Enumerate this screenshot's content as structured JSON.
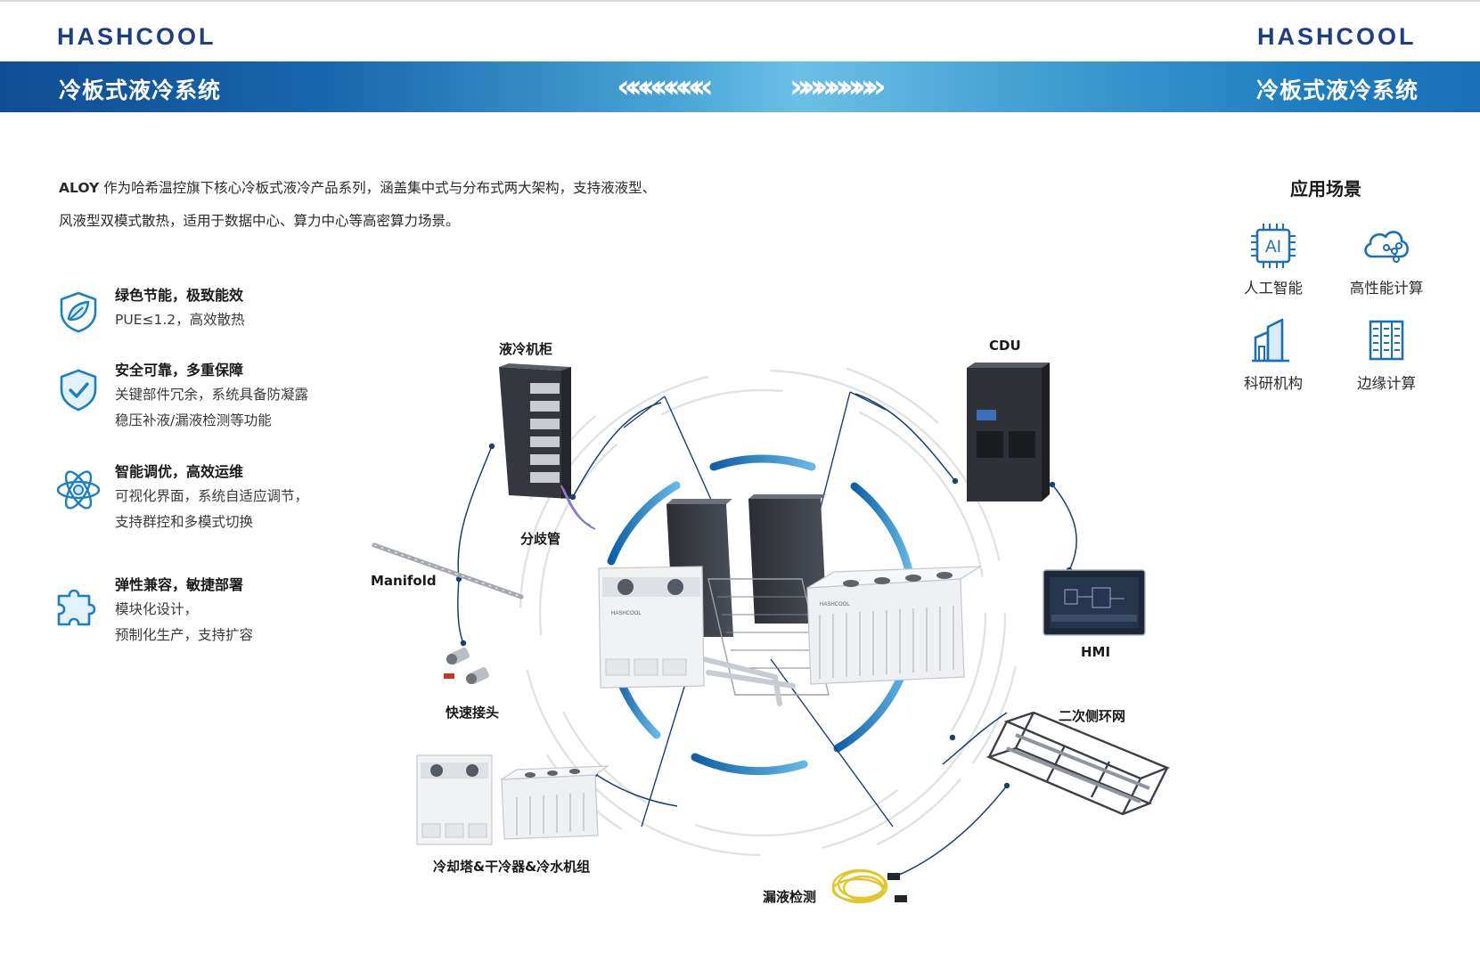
{
  "brand": {
    "logo_left": "HASHCOOL",
    "logo_right": "HASHCOOL"
  },
  "banner": {
    "title_left": "冷板式液冷系统",
    "title_right": "冷板式液冷系统",
    "chevrons_left": "«««««««",
    "chevrons_right": "»»»»»»»"
  },
  "intro": {
    "lead": "ALOY",
    "line1": " 作为哈希温控旗下核心冷板式液冷产品系列，涵盖集中式与分布式两大架构，支持液液型、",
    "line2": "风液型双模式散热，适用于数据中心、算力中心等高密算力场景。"
  },
  "features": [
    {
      "icon": "leaf-shield-icon",
      "title": "绿色节能，极致能效",
      "lines": [
        "PUE≤1.2，高效散热"
      ]
    },
    {
      "icon": "shield-check-icon",
      "title": "安全可靠，多重保障",
      "lines": [
        "关键部件冗余，系统具备防凝露",
        "稳压补液/漏液检测等功能"
      ]
    },
    {
      "icon": "atom-icon",
      "title": "智能调优，高效运维",
      "lines": [
        "可视化界面，系统自适应调节，",
        "支持群控和多模式切换"
      ]
    },
    {
      "icon": "puzzle-icon",
      "title": "弹性兼容，敏捷部署",
      "lines": [
        "模块化设计，",
        "预制化生产，支持扩容"
      ]
    }
  ],
  "scenarios": {
    "title": "应用场景",
    "items": [
      {
        "icon": "ai-chip-icon",
        "label": "人工智能",
        "chip_text": "AI"
      },
      {
        "icon": "cloud-network-icon",
        "label": "高性能计算"
      },
      {
        "icon": "research-building-icon",
        "label": "科研机构"
      },
      {
        "icon": "server-rack-icon",
        "label": "边缘计算"
      }
    ]
  },
  "diagram": {
    "labels": {
      "cabinet": "液冷机柜",
      "cdu": "CDU",
      "branch": "分歧管",
      "manifold": "Manifold",
      "quick": "快速接头",
      "hmi": "HMI",
      "secondary": "二次侧环网",
      "cooling": "冷却塔&干冷器&冷水机组",
      "leak": "漏液检测"
    },
    "product_brand": "HASHCOOL"
  },
  "colors": {
    "brand_dark": "#1b3f84",
    "accent_blue": "#1a7cc1",
    "ring_grey": "#d9dde3",
    "connector_line": "#1c3f73"
  }
}
